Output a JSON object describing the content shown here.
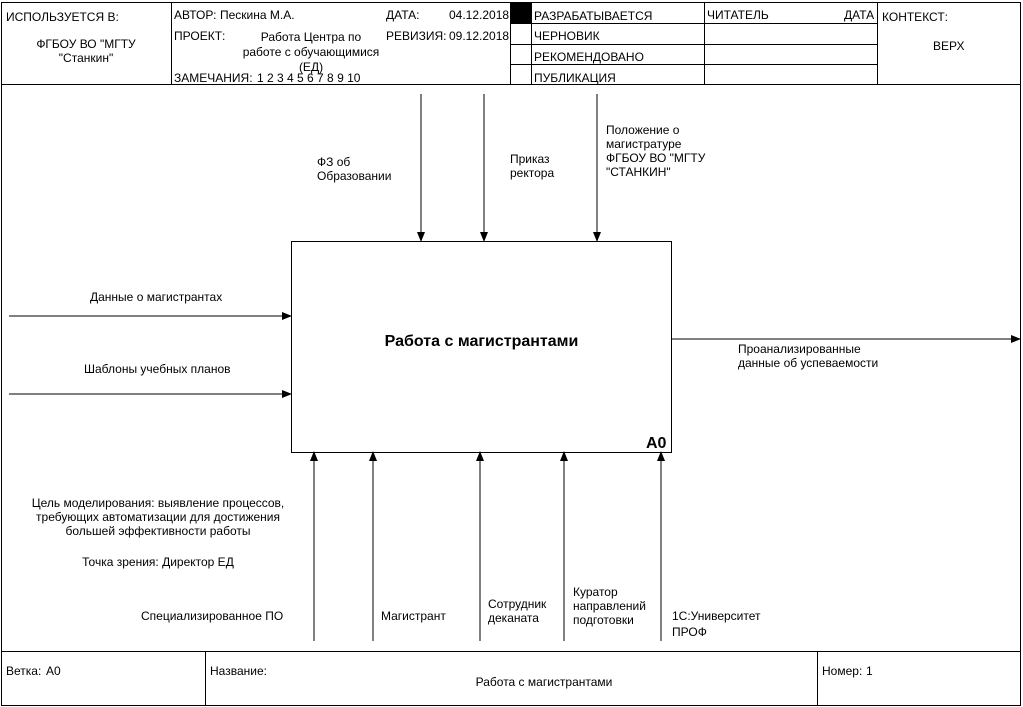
{
  "header": {
    "used_in_label": "ИСПОЛЬЗУЕТСЯ В:",
    "used_in_value": "ФГБОУ ВО \"МГТУ\n\"Станкин\"",
    "author_label": "АВТОР:",
    "author_value": "Пескина М.А.",
    "project_label": "ПРОЕКТ:",
    "project_value": "Работа Центра по\nработе с обучающимися\n(ЕД)",
    "notes_label": "ЗАМЕЧАНИЯ:",
    "notes_value": "1 2 3 4 5 6 7 8 9 10",
    "date_label": "ДАТА:",
    "date_value": "04.12.2018",
    "revision_label": "РЕВИЗИЯ:",
    "revision_value": "09.12.2018",
    "status": [
      "РАЗРАБАТЫВАЕТСЯ",
      "ЧЕРНОВИК",
      "РЕКОМЕНДОВАНО",
      "ПУБЛИКАЦИЯ"
    ],
    "reader_label": "ЧИТАТЕЛЬ",
    "reader_date_label": "ДАТА",
    "context_label": "КОНТЕКСТ:",
    "context_value": "ВЕРХ"
  },
  "diagram": {
    "box_title": "Работа с магистрантами",
    "box_id": "A0",
    "controls": [
      "ФЗ об\nОбразовании",
      "Приказ\nректора",
      "Положение о\nмагистратуре\nФГБОУ ВО \"МГТУ\n\"СТАНКИН\""
    ],
    "inputs": [
      "Данные о магистрантах",
      "Шаблоны учебных планов"
    ],
    "output": "Проанализированные\nданные об успеваемости",
    "mechanisms": [
      "Специализированное ПО",
      "Магистрант",
      "Сотрудник\nдеканата",
      "Куратор\nнаправлений\nподготовки",
      "1С:Университет\nПРОФ"
    ],
    "purpose": "Цель моделирования: выявление процессов,\nтребующих автоматизации для достижения\nбольшей эффективности работы",
    "viewpoint": "Точка зрения: Директор ЕД"
  },
  "footer": {
    "node_label": "Ветка:",
    "node_value": "A0",
    "title_label": "Название:",
    "title_value": "Работа с магистрантами",
    "number_label": "Номер:",
    "number_value": "1"
  }
}
